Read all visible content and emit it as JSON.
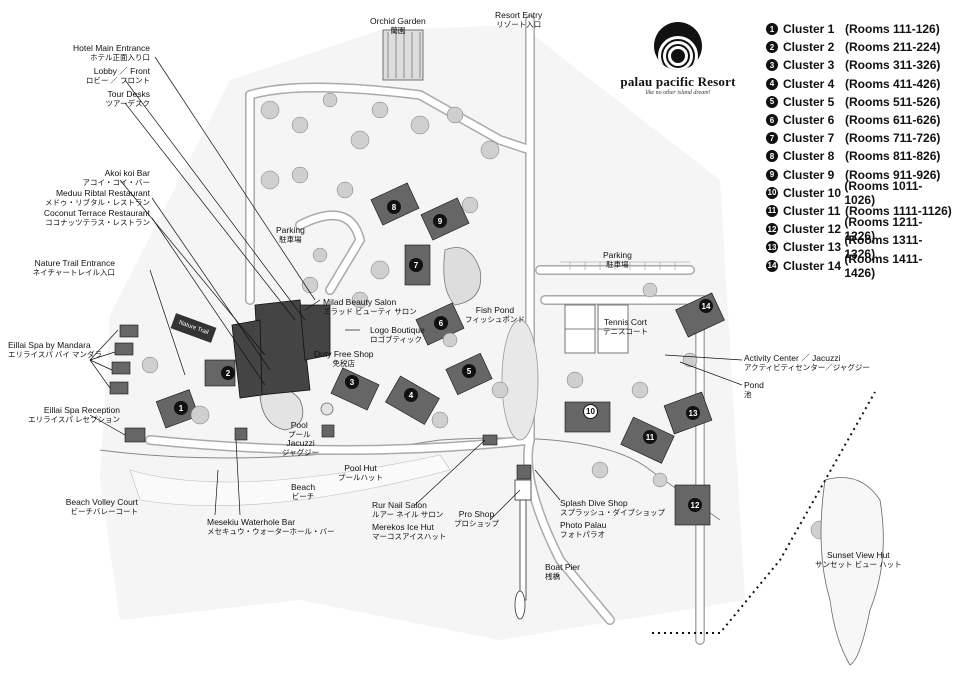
{
  "brand": {
    "name": "palau pacific Resort",
    "tagline": "like no other island dream!"
  },
  "clusters": [
    {
      "num": "1",
      "name": "Cluster  1",
      "rooms": "(Rooms 111-126)"
    },
    {
      "num": "2",
      "name": "Cluster  2",
      "rooms": "(Rooms 211-224)"
    },
    {
      "num": "3",
      "name": "Cluster  3",
      "rooms": "(Rooms 311-326)"
    },
    {
      "num": "4",
      "name": "Cluster  4",
      "rooms": "(Rooms 411-426)"
    },
    {
      "num": "5",
      "name": "Cluster  5",
      "rooms": "(Rooms 511-526)"
    },
    {
      "num": "6",
      "name": "Cluster  6",
      "rooms": "(Rooms 611-626)"
    },
    {
      "num": "7",
      "name": "Cluster  7",
      "rooms": "(Rooms 711-726)"
    },
    {
      "num": "8",
      "name": "Cluster  8",
      "rooms": "(Rooms 811-826)"
    },
    {
      "num": "9",
      "name": "Cluster  9",
      "rooms": "(Rooms 911-926)"
    },
    {
      "num": "10",
      "name": "Cluster 10",
      "rooms": "(Rooms 1011-1026)"
    },
    {
      "num": "11",
      "name": "Cluster 11",
      "rooms": "(Rooms 1111-1126)"
    },
    {
      "num": "12",
      "name": "Cluster 12",
      "rooms": "(Rooms 1211-1226)"
    },
    {
      "num": "13",
      "name": "Cluster 13",
      "rooms": "(Rooms 1311-1326)"
    },
    {
      "num": "14",
      "name": "Cluster 14",
      "rooms": "(Rooms 1411-1426)"
    }
  ],
  "places": {
    "orchid_garden": {
      "en": "Orchid Garden",
      "jp": "蘭園"
    },
    "resort_entry": {
      "en": "Resort Entry",
      "jp": "リゾート入口"
    },
    "hotel_main_entrance": {
      "en": "Hotel Main Entrance",
      "jp": "ホテル正面入り口"
    },
    "lobby_front": {
      "en": "Lobby ／ Front",
      "jp": "ロビー ／ フロント"
    },
    "tour_desks": {
      "en": "Tour Desks",
      "jp": "ツアーデスク"
    },
    "akoi_koi_bar": {
      "en": "Akoi koi Bar",
      "jp": "アコイ・コイ・バー"
    },
    "meduu_ribtal": {
      "en": "Meduu Ribtal Restaurant",
      "jp": "メドゥ・リブタル・レストラン"
    },
    "coconut_terrace": {
      "en": "Coconut Terrace Restaurant",
      "jp": "ココナッツテラス・レストラン"
    },
    "nature_trail": {
      "en": "Nature Trail Entrance",
      "jp": "ネイチャートレイル入口"
    },
    "nature_trail_sign": {
      "en": "Nature Trail"
    },
    "eillai_spa": {
      "en": "Eillai Spa by Mandara",
      "jp": "エリライスパ バイ マンダラ"
    },
    "eillai_spa_reception": {
      "en": "Eillai Spa Reception",
      "jp": "エリライスパ レセプション"
    },
    "beach_volley": {
      "en": "Beach Volley Court",
      "jp": "ビーチバレーコート"
    },
    "parking_west": {
      "en": "Parking",
      "jp": "駐車場"
    },
    "milad_beauty": {
      "en": "Milad Beauty Salon",
      "jp": "ミラッド ビューティ サロン"
    },
    "logo_boutique": {
      "en": "Logo Boutique",
      "jp": "ロゴブティック"
    },
    "duty_free": {
      "en": "Duty Free Shop",
      "jp": "免税店"
    },
    "fish_pond": {
      "en": "Fish Pond",
      "jp": "フィッシュポンド"
    },
    "pool": {
      "en": "Pool",
      "jp": "プール"
    },
    "jacuzzi": {
      "en": "Jacuzzi",
      "jp": "ジャグジー"
    },
    "pool_hut": {
      "en": "Pool Hut",
      "jp": "プールハット"
    },
    "beach": {
      "en": "Beach",
      "jp": "ビーチ"
    },
    "mesekiu_bar": {
      "en": "Mesekiu Waterhole Bar",
      "jp": "メセキュウ・ウォーターホール・バー"
    },
    "rur_nail": {
      "en": "Rur Nail Salon",
      "jp": "ルアー ネイル サロン"
    },
    "merekos_ice": {
      "en": "Merekos Ice Hut",
      "jp": "マーコスアイスハット"
    },
    "pro_shop": {
      "en": "Pro Shop",
      "jp": "プロショップ"
    },
    "splash_dive": {
      "en": "Splash Dive Shop",
      "jp": "スプラッシュ・ダイブショップ"
    },
    "photo_palau": {
      "en": "Photo Palau",
      "jp": "フォトパラオ"
    },
    "boat_pier": {
      "en": "Boat Pier",
      "jp": "桟橋"
    },
    "parking_east": {
      "en": "Parking",
      "jp": "駐車場"
    },
    "tennis_court": {
      "en": "Tennis Cort",
      "jp": "テニスコート"
    },
    "activity_center": {
      "en": "Activity Center ／ Jacuzzi",
      "jp": "アクティビティセンター／ジャグジー"
    },
    "pond": {
      "en": "Pond",
      "jp": "池"
    },
    "sunset_view_hut": {
      "en": "Sunset View Hut",
      "jp": "サンセット ビュー ハット"
    }
  },
  "colors": {
    "ink": "#111111",
    "road": "#ffffff",
    "ground": "#f2f2f2"
  }
}
